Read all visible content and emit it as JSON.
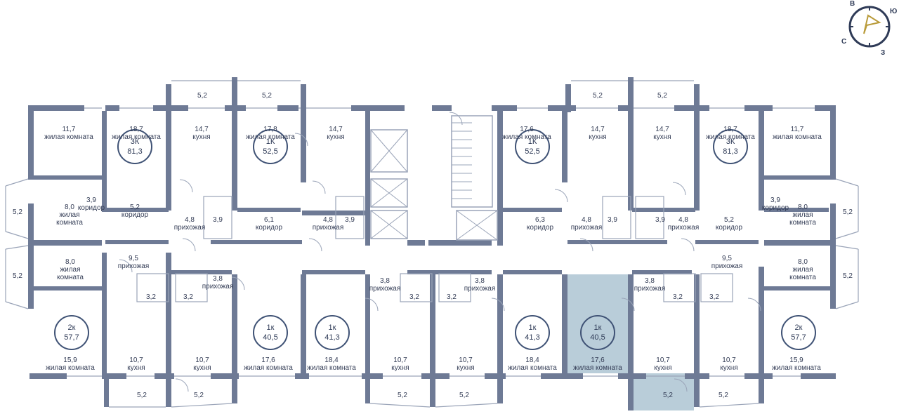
{
  "colors": {
    "wall": "#6e7a95",
    "highlight": "#b9cdd9",
    "outline": "#3f5275",
    "fine": "#9aa4b8"
  },
  "compass": {
    "n": "В",
    "e": "Ю",
    "s": "З",
    "w": "С"
  },
  "apartments": [
    {
      "type": "3К",
      "area": "81,3"
    },
    {
      "type": "1К",
      "area": "52,5"
    },
    {
      "type": "1К",
      "area": "52,5"
    },
    {
      "type": "3К",
      "area": "81,3"
    },
    {
      "type": "2к",
      "area": "57,7"
    },
    {
      "type": "1к",
      "area": "40,5"
    },
    {
      "type": "1к",
      "area": "41,3"
    },
    {
      "type": "1к",
      "area": "41,3"
    },
    {
      "type": "1к",
      "area": "40,5"
    },
    {
      "type": "2к",
      "area": "57,7"
    }
  ],
  "labels": [
    {
      "area": "5,2",
      "text": ""
    },
    {
      "area": "5,2",
      "text": ""
    },
    {
      "area": "5,2",
      "text": ""
    },
    {
      "area": "5,2",
      "text": ""
    },
    {
      "area": "11,7",
      "text": "жилая комната"
    },
    {
      "area": "18,7",
      "text": "жилая комната"
    },
    {
      "area": "14,7",
      "text": "кухня"
    },
    {
      "area": "17,8",
      "text": "жилая комната"
    },
    {
      "area": "14,7",
      "text": "кухня"
    },
    {
      "area": "17,6",
      "text": "жилая комната"
    },
    {
      "area": "14,7",
      "text": "кухня"
    },
    {
      "area": "14,7",
      "text": "кухня"
    },
    {
      "area": "18,7",
      "text": "жилая комната"
    },
    {
      "area": "11,7",
      "text": "жилая комната"
    },
    {
      "area": "8,0",
      "text": "жилая\nкомната"
    },
    {
      "area": "3,9",
      "text": "коридор"
    },
    {
      "area": "5,2",
      "text": "коридор"
    },
    {
      "area": "4,8",
      "text": "прихожая"
    },
    {
      "area": "3,9",
      "text": ""
    },
    {
      "area": "6,1",
      "text": "коридор"
    },
    {
      "area": "4,8",
      "text": "прихожая"
    },
    {
      "area": "3,9",
      "text": ""
    },
    {
      "area": "6,3",
      "text": "коридор"
    },
    {
      "area": "4,8",
      "text": "прихожая"
    },
    {
      "area": "3,9",
      "text": ""
    },
    {
      "area": "3,9",
      "text": ""
    },
    {
      "area": "4,8",
      "text": "прихожая"
    },
    {
      "area": "5,2",
      "text": "коридор"
    },
    {
      "area": "3,9",
      "text": "коридор"
    },
    {
      "area": "8,0",
      "text": "жилая\nкомната"
    },
    {
      "area": "5,2",
      "text": ""
    },
    {
      "area": "5,2",
      "text": ""
    },
    {
      "area": "9,5",
      "text": "прихожая"
    },
    {
      "area": "8,0",
      "text": "жилая\nкомната"
    },
    {
      "area": "5,2",
      "text": ""
    },
    {
      "area": "3,8",
      "text": "прихожая"
    },
    {
      "area": "3,8",
      "text": "прихожая"
    },
    {
      "area": "3,8",
      "text": "прихожая"
    },
    {
      "area": "3,8",
      "text": "прихожая"
    },
    {
      "area": "9,5",
      "text": "прихожая"
    },
    {
      "area": "8,0",
      "text": "жилая\nкомната"
    },
    {
      "area": "5,2",
      "text": ""
    },
    {
      "area": "3,2",
      "text": ""
    },
    {
      "area": "3,2",
      "text": ""
    },
    {
      "area": "3,2",
      "text": ""
    },
    {
      "area": "3,2",
      "text": ""
    },
    {
      "area": "3,2",
      "text": ""
    },
    {
      "area": "3,2",
      "text": ""
    },
    {
      "area": "15,9",
      "text": "жилая комната"
    },
    {
      "area": "10,7",
      "text": "кухня"
    },
    {
      "area": "10,7",
      "text": "кухня"
    },
    {
      "area": "17,6",
      "text": "жилая комната"
    },
    {
      "area": "18,4",
      "text": "жилая комната"
    },
    {
      "area": "10,7",
      "text": "кухня"
    },
    {
      "area": "10,7",
      "text": "кухня"
    },
    {
      "area": "18,4",
      "text": "жилая комната"
    },
    {
      "area": "17,6",
      "text": "жилая комната"
    },
    {
      "area": "10,7",
      "text": "кухня"
    },
    {
      "area": "10,7",
      "text": "кухня"
    },
    {
      "area": "15,9",
      "text": "жилая комната"
    },
    {
      "area": "5,2",
      "text": ""
    },
    {
      "area": "5,2",
      "text": ""
    },
    {
      "area": "5,2",
      "text": ""
    },
    {
      "area": "5,2",
      "text": ""
    },
    {
      "area": "5,2",
      "text": ""
    },
    {
      "area": "5,2",
      "text": ""
    }
  ]
}
